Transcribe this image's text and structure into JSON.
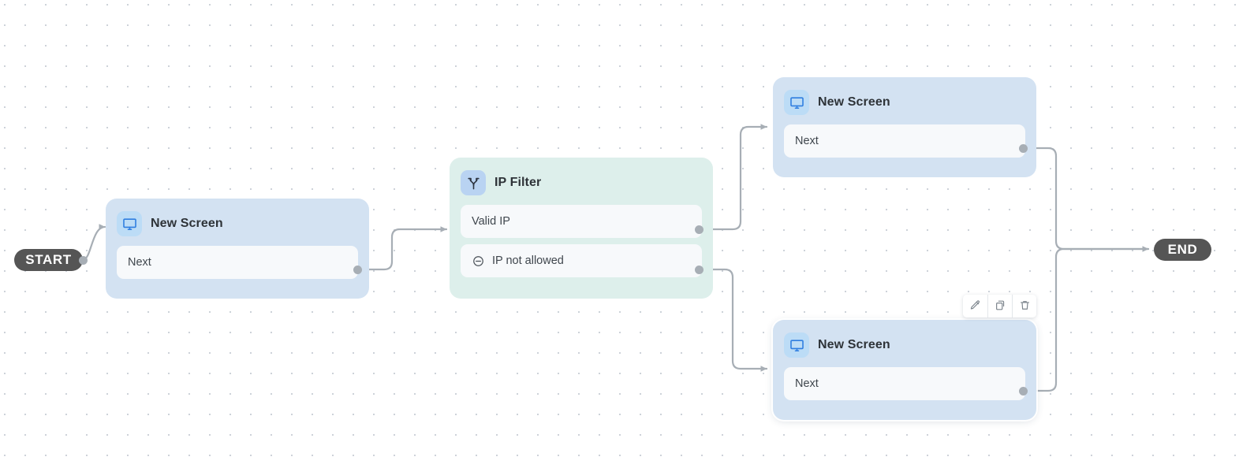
{
  "canvas": {
    "grid_dot_color": "#c9ced6",
    "background": "#ffffff",
    "edge_color": "#a7aeb5"
  },
  "terminals": {
    "start": {
      "label": "START",
      "color": "#555555"
    },
    "end": {
      "label": "END",
      "color": "#555555"
    }
  },
  "nodes": [
    {
      "id": "screen-1",
      "title": "New Screen",
      "icon": "monitor-icon",
      "type": "screen",
      "accent": "#d3e2f2",
      "ports": [
        {
          "label": "Next",
          "icon": null
        }
      ]
    },
    {
      "id": "ip-filter",
      "title": "IP Filter",
      "icon": "branch-split-icon",
      "type": "filter",
      "accent": "#ddefeb",
      "ports": [
        {
          "label": "Valid IP",
          "icon": null
        },
        {
          "label": "IP not allowed",
          "icon": "block-circle-icon"
        }
      ]
    },
    {
      "id": "screen-2",
      "title": "New Screen",
      "icon": "monitor-icon",
      "type": "screen",
      "accent": "#d3e2f2",
      "ports": [
        {
          "label": "Next",
          "icon": null
        }
      ]
    },
    {
      "id": "screen-3",
      "title": "New Screen",
      "icon": "monitor-icon",
      "type": "screen",
      "accent": "#d3e2f2",
      "selected": true,
      "ports": [
        {
          "label": "Next",
          "icon": null
        }
      ]
    }
  ],
  "node_toolbar": {
    "target_node": "screen-3",
    "buttons": [
      {
        "name": "edit",
        "icon": "pencil-icon"
      },
      {
        "name": "duplicate",
        "icon": "copy-icon"
      },
      {
        "name": "delete",
        "icon": "trash-icon"
      }
    ]
  },
  "edges": [
    {
      "from": "start",
      "to": "screen-1"
    },
    {
      "from": "screen-1.Next",
      "to": "ip-filter"
    },
    {
      "from": "ip-filter.Valid IP",
      "to": "screen-2"
    },
    {
      "from": "ip-filter.IP not allowed",
      "to": "screen-3"
    },
    {
      "from": "screen-2.Next",
      "to": "end"
    },
    {
      "from": "screen-3.Next",
      "to": "end"
    }
  ]
}
